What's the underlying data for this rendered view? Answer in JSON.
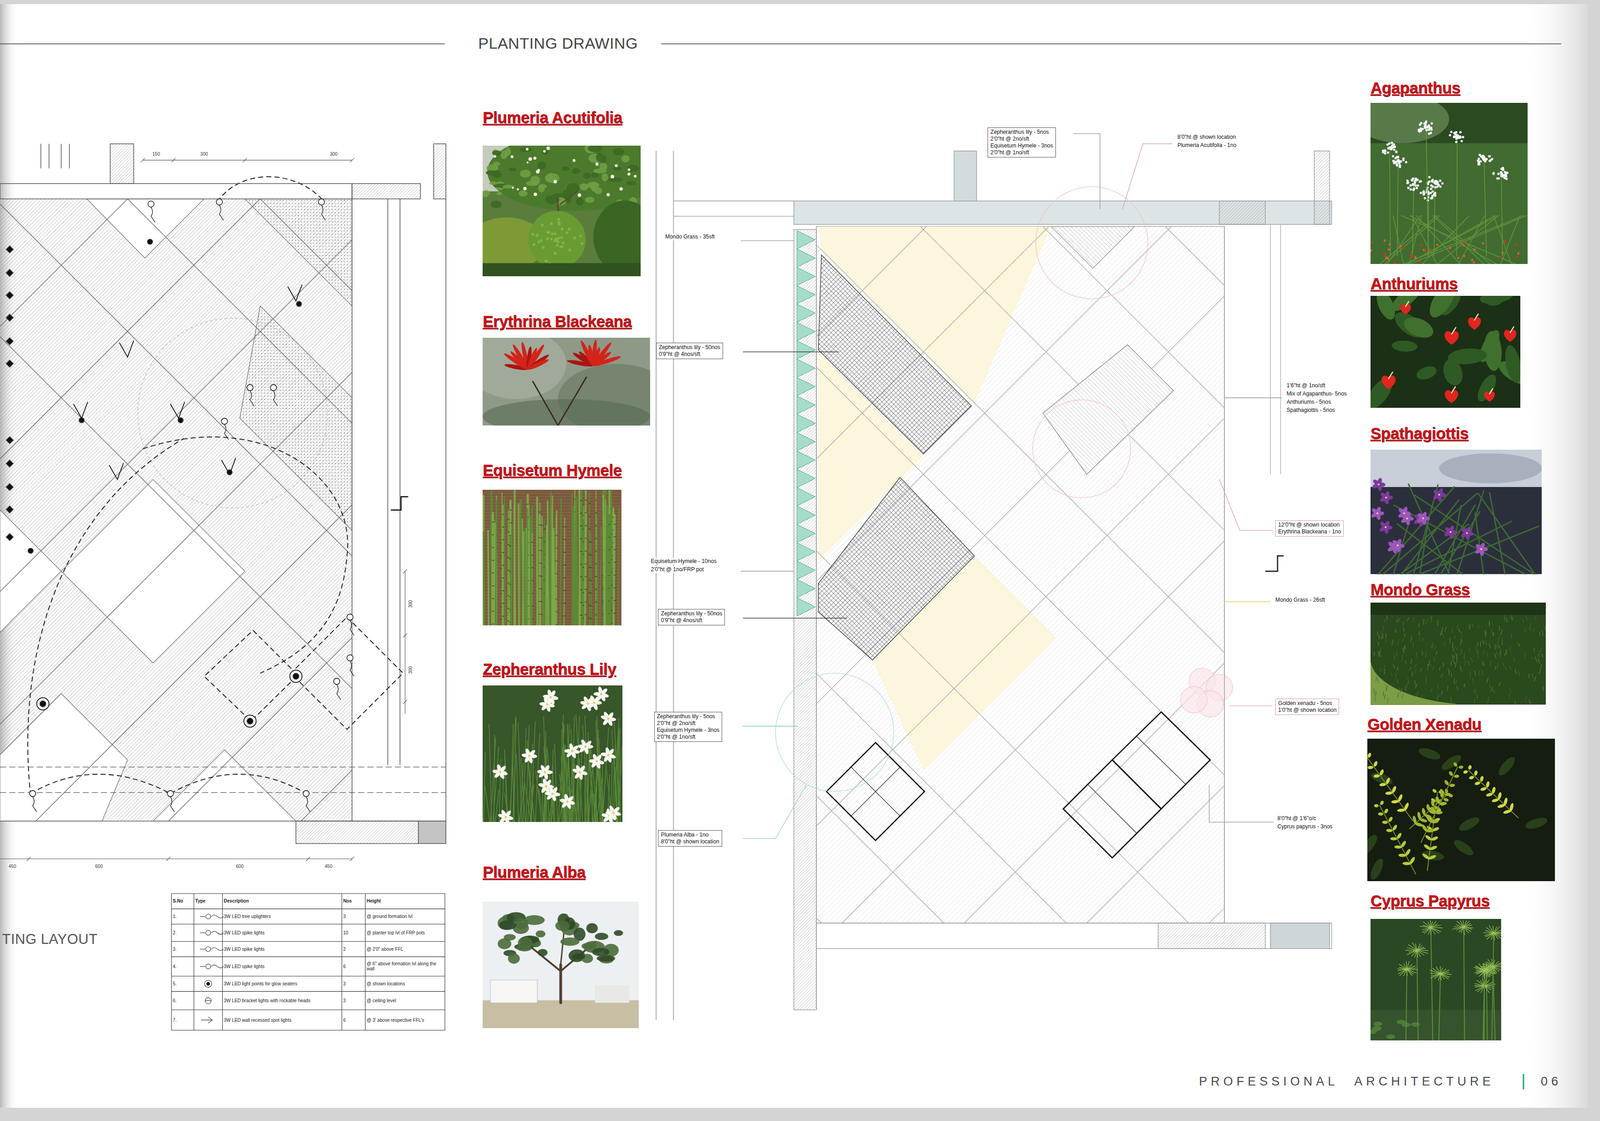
{
  "diagram": {
    "title": "PLANTING DRAWING",
    "nodes": [
      {
        "text": [
          "Plumeria Acutifolia"
        ]
      },
      {
        "text": [
          "Erythrina Blackeana"
        ]
      },
      {
        "text": [
          "Equisetum Hymele"
        ]
      },
      {
        "text": [
          "Zepheranthus Lily"
        ]
      },
      {
        "text": [
          "Plumeria Alba"
        ]
      },
      {
        "text": [
          "Agapanthus"
        ]
      },
      {
        "text": [
          "Anthuriums"
        ]
      },
      {
        "text": [
          "Spathagiottis"
        ]
      },
      {
        "text": [
          "Mondo Grass"
        ]
      },
      {
        "text": [
          "Golden Xenadu"
        ]
      },
      {
        "text": [
          "Cyprus Papyrus"
        ]
      },
      {
        "text": [
          "Zepheranthus lily - 5nos",
          "2'0\"ht @ 2no/sft",
          "Equisetum Hymele - 3nos",
          "2'0\"ht @ 1no/sft"
        ]
      },
      {
        "text": [
          "Zepheranthus lily - 50nos",
          "0'9\"ht @ 4nos/sft"
        ]
      },
      {
        "text": [
          "Zepheranthus lily - 50nos",
          "0'9\"ht @ 4nos/sft"
        ]
      },
      {
        "text": [
          "Zepheranthus lily - 5nos",
          "2'0\"ht @ 2no/sft",
          "Equisetum Hymele - 3nos",
          "2'0\"ht @ 1no/sft"
        ]
      },
      {
        "text": [
          "Plumeria Alba - 1no",
          "8'0\"ht @ shown location"
        ]
      },
      {
        "text": [
          "12'0\"ht @ shown location",
          "Erythrina Blackeana - 1no"
        ]
      },
      {
        "text": [
          "Golden xenadu - 5nos",
          "1'0\"ht @ shown location"
        ]
      }
    ],
    "labels": [
      "Mondo Grass - 35sft",
      "Equisetum Hymele - 10nos",
      "2'0\"ht @ 1no/FRP pot",
      "8'0\"ht @ shown location",
      "Plumeria Acutifolia - 1no",
      "1'6\"ht @ 1no/sft",
      "Mix of Agapanthus- 5nos",
      "Anthuriums - 5nos",
      "Spathagiottis - 5nos",
      "Mondo Grass - 26sft",
      "8'0\"ht @ 1'6\"o/c",
      "Cyprus papyrus - 3nos",
      "150",
      "300",
      "300",
      "300",
      "300",
      "450",
      "600",
      "600",
      "450",
      "TING LAYOUT",
      "S.No",
      "Type",
      "Description",
      "Nos",
      "Height",
      "1.",
      "3W LED tree uplighters",
      "3",
      "@ ground formation lvl",
      "2.",
      "3W LED spike lights",
      "10",
      "@ planter top lvl of FRP pots",
      "3.",
      "3W LED spike lights",
      "2",
      "@ 2'0\" above FFL",
      "4.",
      "3W LED spike lights",
      "6",
      "@ 6\" above formation lvl along the wall",
      "5.",
      "3W LED light points for glow seaters",
      "3",
      "@ shown locations",
      "6.",
      "3W LED bracket lights with rockable heads",
      "3",
      "@ ceiling level",
      "7.",
      "3W LED wall recessed spot lights",
      "6",
      "@ 3' above respective FFL's",
      "PROFESSIONAL ARCHITECTURE",
      "06"
    ]
  }
}
